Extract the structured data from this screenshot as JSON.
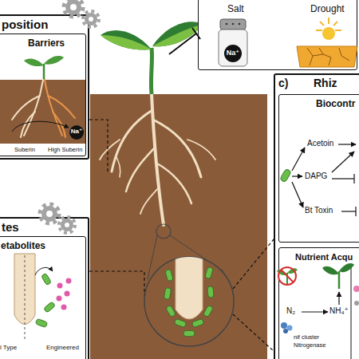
{
  "diagram": {
    "nodes": [
      {
        "text": [
          "Salt",
          "Drought"
        ]
      },
      {
        "text": [
          "position"
        ]
      },
      {
        "text": [
          "Barriers"
        ],
        "in": 1
      },
      {
        "text": [
          "tes"
        ]
      },
      {
        "text": [
          "etabolites"
        ],
        "in": 3
      },
      {
        "text": [
          "c)",
          "Rhiz"
        ]
      },
      {
        "text": [
          "Biocontr"
        ],
        "in": 5
      },
      {
        "text": [
          "Nutrient Acqu"
        ],
        "in": 5
      }
    ],
    "labels": [
      "Na⁺",
      "Suberin",
      "High Suberin",
      "Na⁺",
      "l Type",
      "Engineered",
      "Acetoin",
      "DAPG",
      "Bt Toxin",
      "N₂",
      "NH₄⁺",
      "nif cluster",
      "Nitrogenase"
    ]
  }
}
